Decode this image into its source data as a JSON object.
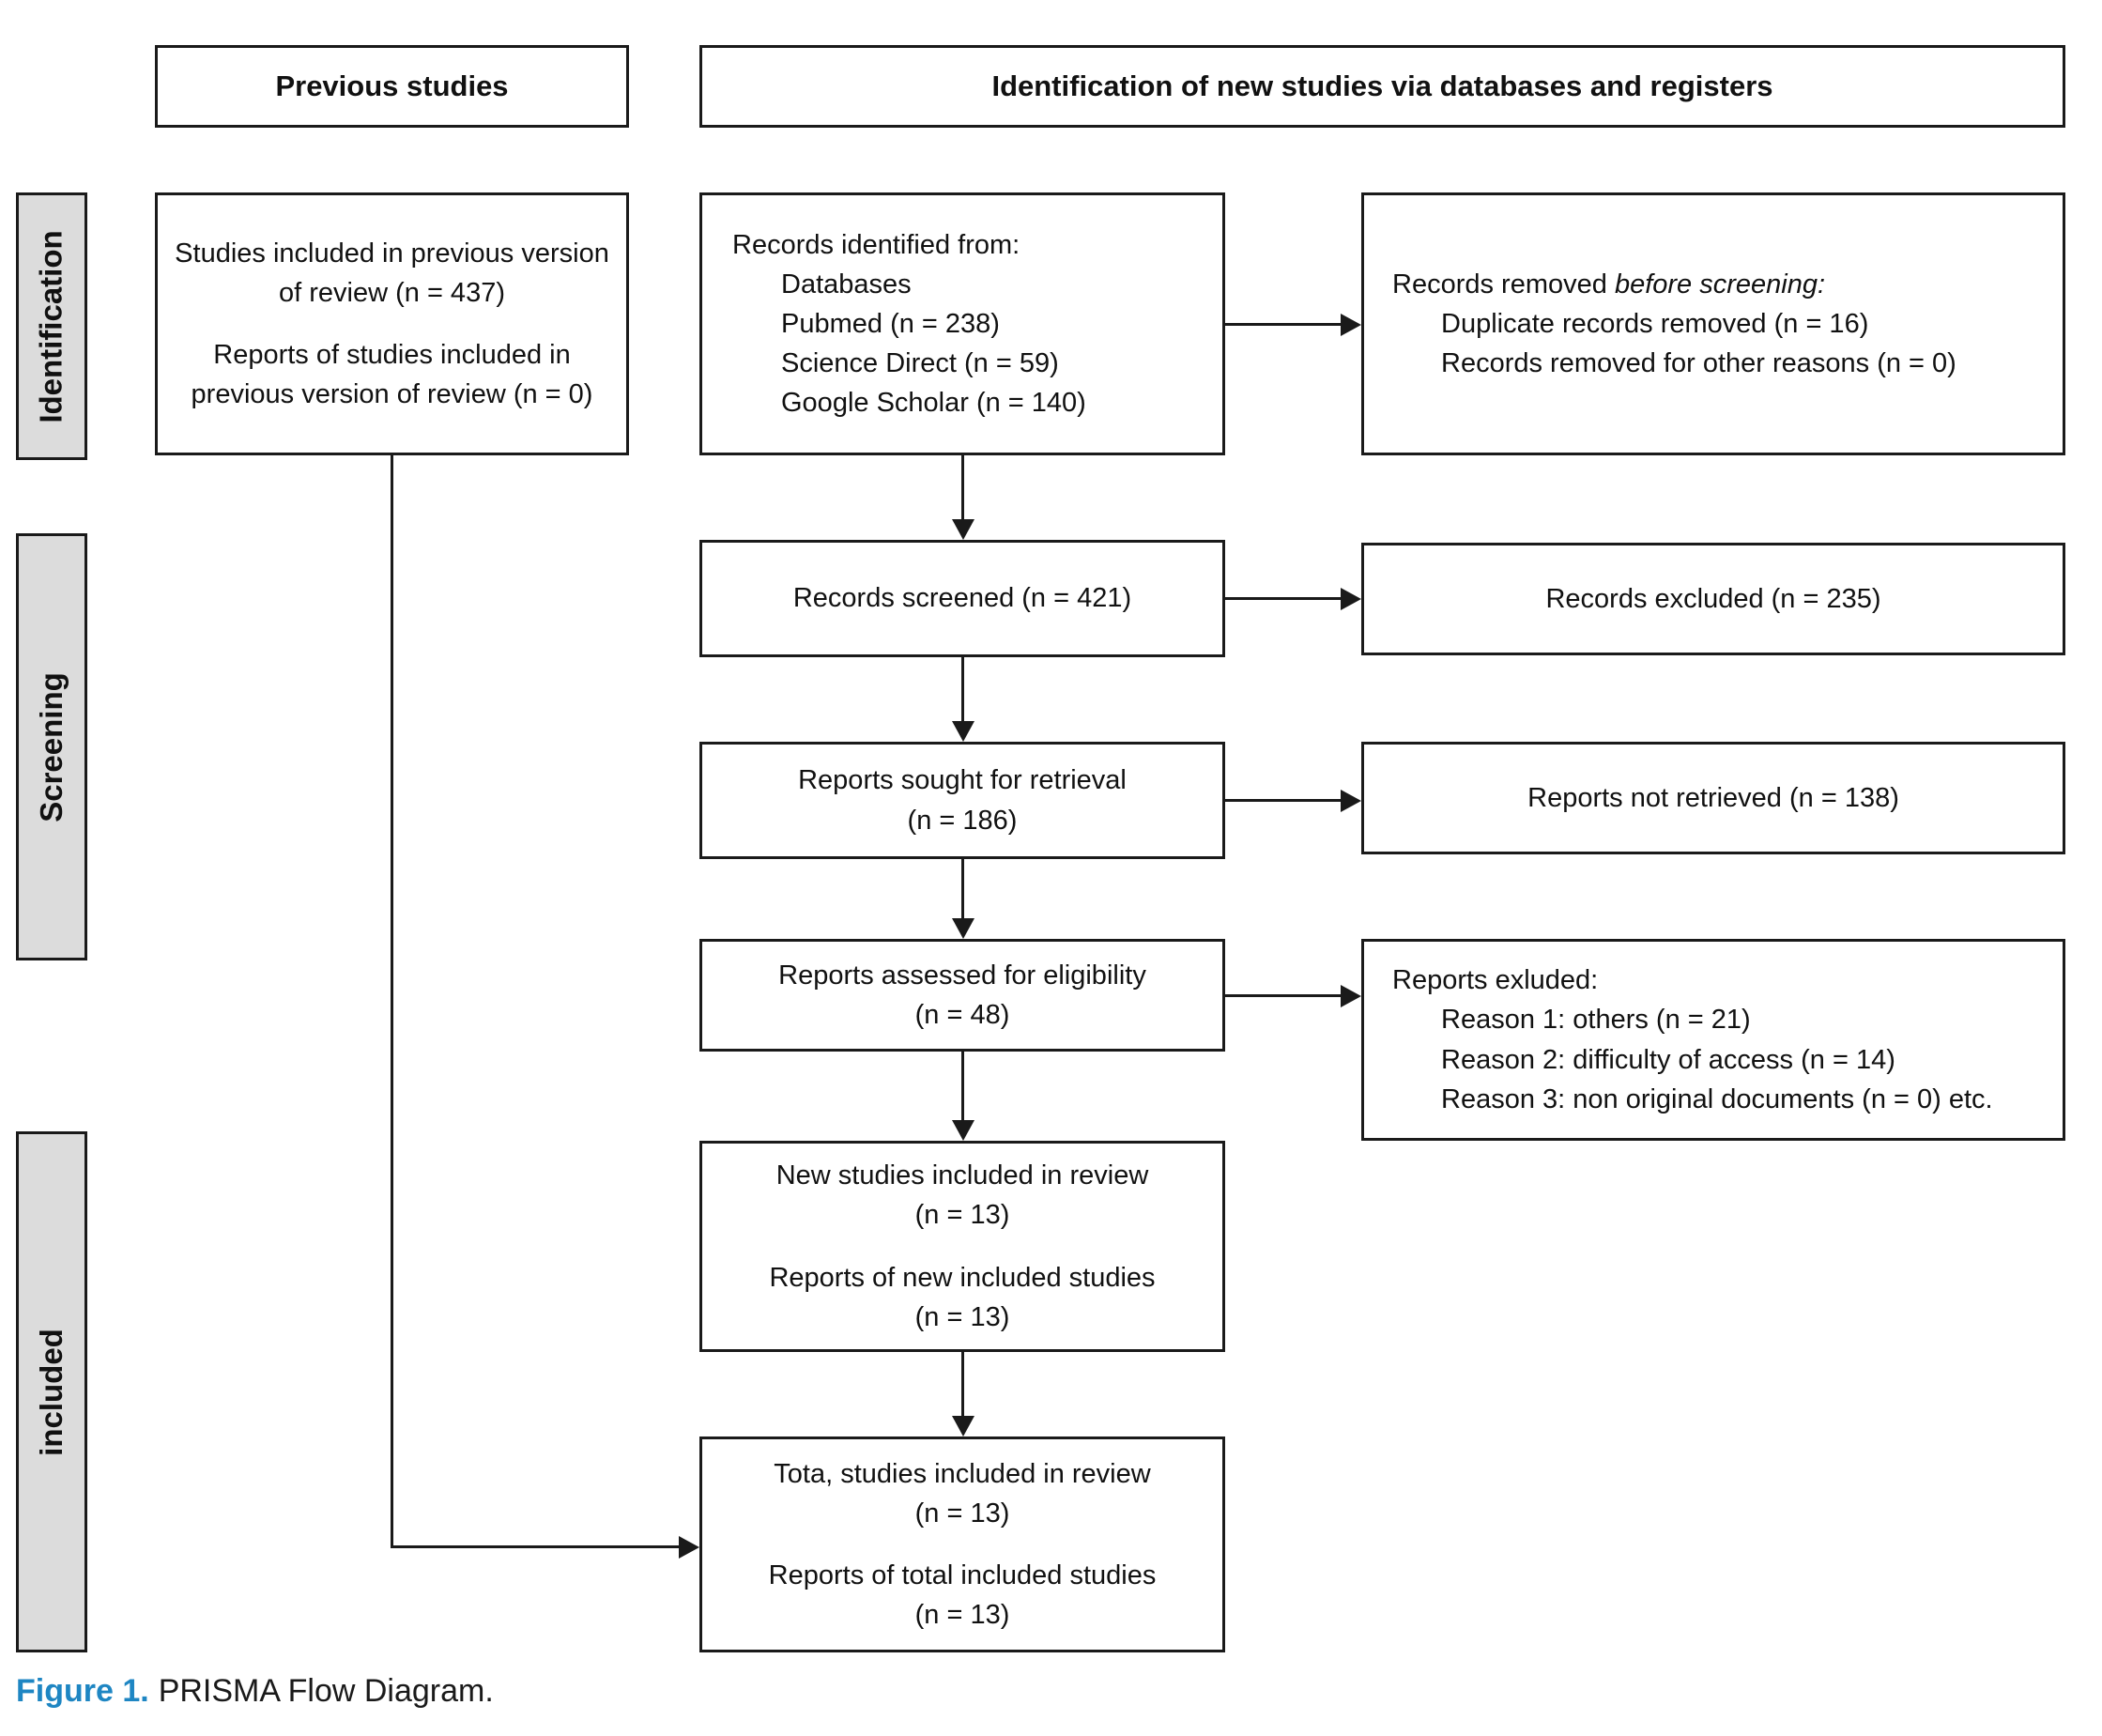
{
  "colors": {
    "caption_blue": "#1e86c3",
    "sidebar_gray": "#dcdcdc",
    "border_black": "#1a1a1a"
  },
  "headers": {
    "previous_studies": "Previous studies",
    "new_studies": "Identification of new studies via databases and registers"
  },
  "sidebar": {
    "identification": "Identification",
    "screening": "Screening",
    "included": "included"
  },
  "boxes": {
    "previous_included": {
      "para1": "Studies included in previous version of review (n = 437)",
      "para2": "Reports of studies included in previous version of review (n = 0)"
    },
    "records_identified": {
      "title": "Records identified from:",
      "items": [
        "Databases",
        "Pubmed (n = 238)",
        "Science Direct (n = 59)",
        "Google Scholar (n = 140)"
      ]
    },
    "records_removed": {
      "prefix": "Records removed ",
      "italic": "before screening:",
      "items": [
        "Duplicate records removed (n = 16)",
        "Records removed for other reasons (n = 0)"
      ]
    },
    "records_screened": "Records screened (n = 421)",
    "records_excluded": "Records excluded (n = 235)",
    "reports_sought": {
      "line1": "Reports sought for retrieval",
      "line2": "(n = 186)"
    },
    "reports_not_retrieved": "Reports not retrieved (n = 138)",
    "reports_assessed": {
      "line1": "Reports assessed for eligibility",
      "line2": "(n = 48)"
    },
    "reports_excluded": {
      "title": "Reports exluded:",
      "items": [
        "Reason 1: others (n = 21)",
        "Reason 2: difficulty of access (n = 14)",
        "Reason 3: non original documents (n = 0) etc."
      ]
    },
    "new_included": {
      "para1_line1": "New studies included in review",
      "para1_line2": "(n = 13)",
      "para2_line1": "Reports of new included studies",
      "para2_line2": "(n = 13)"
    },
    "total_included": {
      "para1_line1": "Tota, studies included in review",
      "para1_line2": "(n = 13)",
      "para2_line1": "Reports of total included studies",
      "para2_line2": "(n = 13)"
    }
  },
  "caption": {
    "label": "Figure 1.",
    "text": "PRISMA Flow Diagram."
  }
}
